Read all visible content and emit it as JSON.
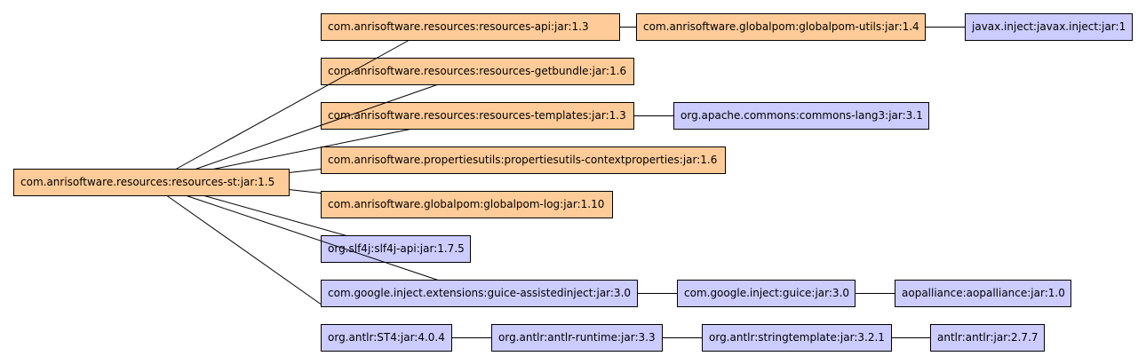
{
  "colors": {
    "project": "#ffcc99",
    "external": "#ccccff"
  },
  "nodes": [
    {
      "id": "root",
      "label": "com.anrisoftware.resources:resources-st:jar:1.5",
      "kind": "project"
    },
    {
      "id": "resources-api",
      "label": "com.anrisoftware.resources:resources-api:jar:1.3",
      "kind": "project"
    },
    {
      "id": "globalpom-utils",
      "label": "com.anrisoftware.globalpom:globalpom-utils:jar:1.4",
      "kind": "project"
    },
    {
      "id": "javax-inject",
      "label": "javax.inject:javax.inject:jar:1",
      "kind": "external"
    },
    {
      "id": "resources-getbundle",
      "label": "com.anrisoftware.resources:resources-getbundle:jar:1.6",
      "kind": "project"
    },
    {
      "id": "resources-templates",
      "label": "com.anrisoftware.resources:resources-templates:jar:1.3",
      "kind": "project"
    },
    {
      "id": "commons-lang3",
      "label": "org.apache.commons:commons-lang3:jar:3.1",
      "kind": "external"
    },
    {
      "id": "propertiesutils",
      "label": "com.anrisoftware.propertiesutils:propertiesutils-contextproperties:jar:1.6",
      "kind": "project"
    },
    {
      "id": "globalpom-log",
      "label": "com.anrisoftware.globalpom:globalpom-log:jar:1.10",
      "kind": "project"
    },
    {
      "id": "slf4j-api",
      "label": "org.slf4j:slf4j-api:jar:1.7.5",
      "kind": "external"
    },
    {
      "id": "guice-assistedinject",
      "label": "com.google.inject.extensions:guice-assistedinject:jar:3.0",
      "kind": "external"
    },
    {
      "id": "guice",
      "label": "com.google.inject:guice:jar:3.0",
      "kind": "external"
    },
    {
      "id": "aopalliance",
      "label": "aopalliance:aopalliance:jar:1.0",
      "kind": "external"
    },
    {
      "id": "st4",
      "label": "org.antlr:ST4:jar:4.0.4",
      "kind": "external"
    },
    {
      "id": "antlr-runtime",
      "label": "org.antlr:antlr-runtime:jar:3.3",
      "kind": "external"
    },
    {
      "id": "stringtemplate",
      "label": "org.antlr:stringtemplate:jar:3.2.1",
      "kind": "external"
    },
    {
      "id": "antlr",
      "label": "antlr:antlr:jar:2.7.7",
      "kind": "external"
    }
  ],
  "edges": [
    {
      "from": "root",
      "to": "resources-api"
    },
    {
      "from": "root",
      "to": "resources-getbundle"
    },
    {
      "from": "root",
      "to": "resources-templates"
    },
    {
      "from": "root",
      "to": "propertiesutils"
    },
    {
      "from": "root",
      "to": "globalpom-log"
    },
    {
      "from": "root",
      "to": "slf4j-api"
    },
    {
      "from": "root",
      "to": "guice-assistedinject"
    },
    {
      "from": "root",
      "to": "st4"
    },
    {
      "from": "resources-api",
      "to": "globalpom-utils"
    },
    {
      "from": "globalpom-utils",
      "to": "javax-inject"
    },
    {
      "from": "resources-templates",
      "to": "commons-lang3"
    },
    {
      "from": "guice-assistedinject",
      "to": "guice"
    },
    {
      "from": "guice",
      "to": "aopalliance"
    },
    {
      "from": "st4",
      "to": "antlr-runtime"
    },
    {
      "from": "antlr-runtime",
      "to": "stringtemplate"
    },
    {
      "from": "stringtemplate",
      "to": "antlr"
    }
  ]
}
